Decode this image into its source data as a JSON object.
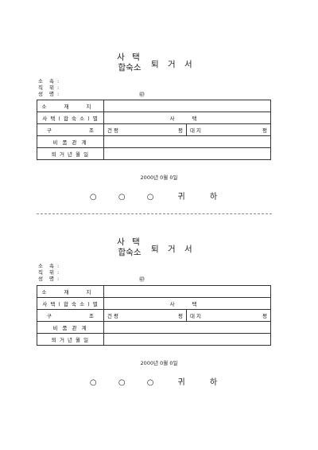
{
  "forms": [
    {
      "title_line1": "사 택",
      "title_line2": "합숙소",
      "title_right": "퇴 거 서",
      "info": [
        {
          "label": "소 속",
          "colon": ":"
        },
        {
          "label": "직 위",
          "colon": ":"
        },
        {
          "label": "성 명",
          "colon": ":"
        }
      ],
      "seal": "㊞",
      "rows": {
        "location": "소 재 지",
        "housing": "사 택 ( 합 숙 소 ) 별",
        "housing_value": "사 택",
        "structure_a": "구",
        "structure_b": "조",
        "building": "건 평",
        "building_unit": "평",
        "land": "대 지",
        "land_unit": "평",
        "equipment": "비 품 관 계",
        "move_date": "퇴 거 년 월 일"
      },
      "date": "2000년 0월 0일",
      "recipient_circles": "○ ○ ○",
      "recipient_title": "귀 하"
    },
    {
      "title_line1": "사 택",
      "title_line2": "합숙소",
      "title_right": "퇴 거 서",
      "info": [
        {
          "label": "소 속",
          "colon": ":"
        },
        {
          "label": "직 위",
          "colon": ":"
        },
        {
          "label": "성 명",
          "colon": ":"
        }
      ],
      "seal": "㊞",
      "rows": {
        "location": "소 재 지",
        "housing": "사 택 ( 합 숙 소 ) 별",
        "housing_value": "사 택",
        "structure_a": "구",
        "structure_b": "조",
        "building": "건 평",
        "building_unit": "평",
        "land": "대 지",
        "land_unit": "평",
        "equipment": "비 품 관 계",
        "move_date": "퇴 거 년 월 일"
      },
      "date": "2000년 0월 0일",
      "recipient_circles": "○ ○ ○",
      "recipient_title": "귀 하"
    }
  ]
}
